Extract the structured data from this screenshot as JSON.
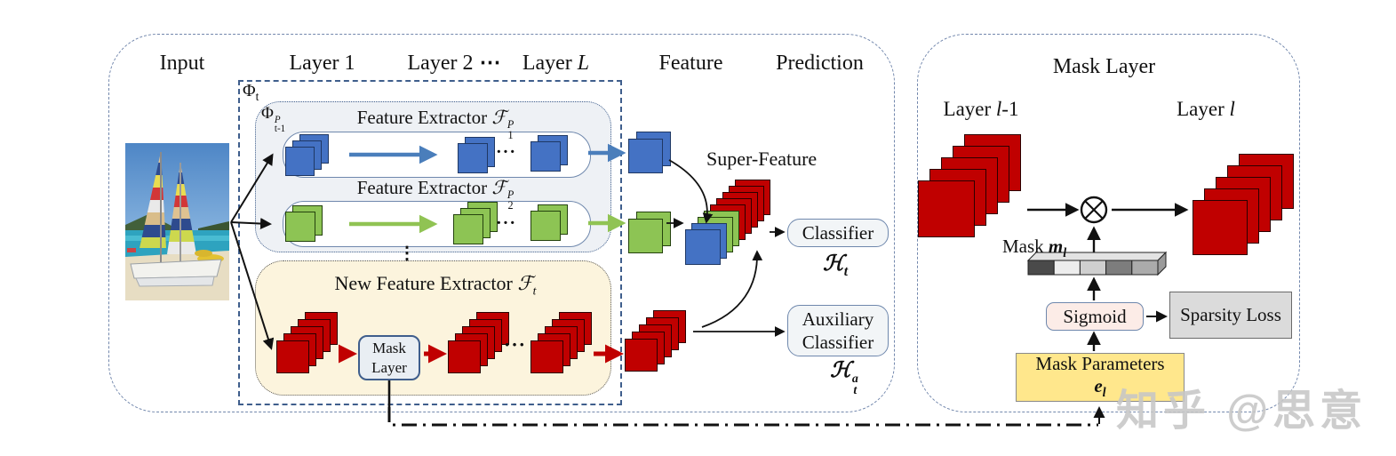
{
  "colors": {
    "blue": "#4472c4",
    "blue_edge": "#1f3864",
    "green": "#8dc454",
    "green_edge": "#24420e",
    "red": "#c00000",
    "red_edge": "#2b0000",
    "cream": "#fcf4dd",
    "phi_fill": "#eef1f5",
    "box_gray": "#e9eef3",
    "classifier_fill": "#f2f5f7",
    "sigmoid_pink": "#fcece7",
    "sparsity_gray": "#dbdbdb",
    "params_yellow": "#ffe78c",
    "arrow_blue": "#4a7ebb",
    "arrow_green": "#90c353",
    "arrow_red": "#c00000",
    "mask_seg_1": "#4a4a4a",
    "mask_seg_2": "#ededed",
    "mask_seg_3": "#cfcfcf",
    "mask_seg_4": "#7d7d7d",
    "mask_seg_5": "#ababab",
    "mask_top": "#e3e3e3",
    "mask_side": "#9a9a9a"
  },
  "headers": {
    "input": "Input",
    "layer1": "Layer 1",
    "layer2": "Layer 2",
    "dots": "⋯",
    "layerL_word": "Layer ",
    "layerL_var": "L",
    "feature": "Feature",
    "prediction": "Prediction"
  },
  "left": {
    "phi_main": "Φ",
    "phi_sub": "t",
    "phi_prev_main": "Φ",
    "phi_prev_sup": "P",
    "phi_prev_sub": "t-1",
    "ext1": {
      "text": "Feature Extractor ",
      "sym": "ℱ",
      "sup": "P",
      "sub": "1"
    },
    "ext2": {
      "text": "Feature Extractor ",
      "sym": "ℱ",
      "sup": "P",
      "sub": "2"
    },
    "new_ext": {
      "text": "New Feature Extractor ",
      "sym": "ℱ",
      "sub": "t"
    },
    "row_dots": "···",
    "vdots": "⋮",
    "mask_box_line1": "Mask",
    "mask_box_line2": "Layer",
    "super_feature": "Super-Feature",
    "classifier": "Classifier",
    "h_t_sym": "ℋ",
    "h_t_sub": "t",
    "aux_line1": "Auxiliary",
    "aux_line2": "Classifier",
    "h_a_sym": "ℋ",
    "h_a_sub": "t",
    "h_a_sup": "a"
  },
  "right": {
    "title": "Mask Layer",
    "layer_prev_word": "Layer ",
    "layer_prev_var": "l",
    "layer_prev_suffix": "-1",
    "layer_cur_word": "Layer ",
    "layer_cur_var": "l",
    "mask_word": "Mask ",
    "mask_var": "m",
    "mask_var_sub": "l",
    "sigmoid": "Sigmoid",
    "sparsity": "Sparsity Loss",
    "params_line1": "Mask Parameters",
    "params_var": "e",
    "params_var_sub": "l"
  },
  "watermark": "知乎 @思意"
}
